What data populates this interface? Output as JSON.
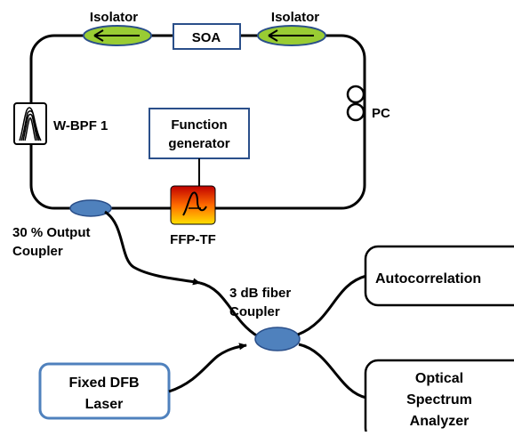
{
  "labels": {
    "isolator_left": "Isolator",
    "isolator_right": "Isolator",
    "soa": "SOA",
    "pc": "PC",
    "wbpf": "W-BPF 1",
    "function_generator_line1": "Function",
    "function_generator_line2": "generator",
    "ffptf": "FFP-TF",
    "output_coupler_line1": "30 % Output",
    "output_coupler_line2": "Coupler",
    "fiber_coupler_line1": "3 dB fiber",
    "fiber_coupler_line2": "Coupler",
    "autocorrelation": "Autocorrelation",
    "dfb_line1": "Fixed DFB",
    "dfb_line2": "Laser",
    "osa_line1": "Optical",
    "osa_line2": "Spectrum",
    "osa_line3": "Analyzer"
  },
  "colors": {
    "isolator_fill": "#99cc33",
    "coupler_fill": "#4f81bd",
    "box_blue_border": "#4f81bd",
    "line": "#000000"
  }
}
